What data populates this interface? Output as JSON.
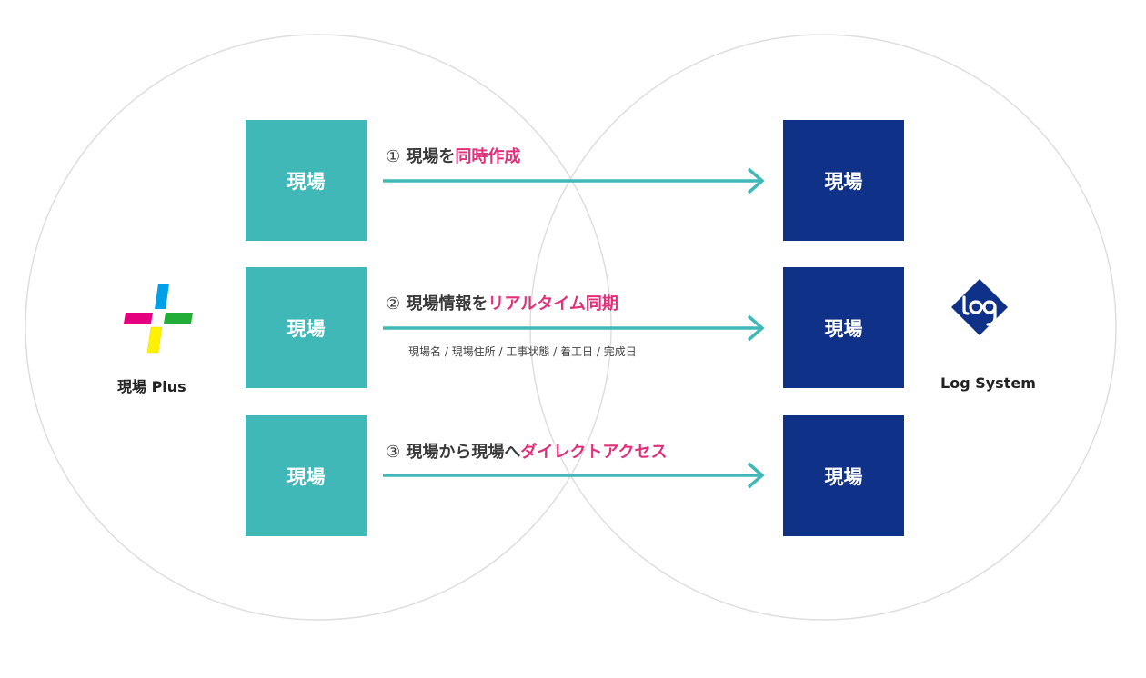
{
  "left_brand": {
    "name": "現場 Plus"
  },
  "right_brand": {
    "name": "Log System"
  },
  "box_label": "現場",
  "rows": [
    {
      "num": "①",
      "prefix": "現場を",
      "highlight": "同時作成",
      "sub": ""
    },
    {
      "num": "②",
      "prefix": "現場情報を",
      "highlight": "リアルタイム同期",
      "sub": "現場名 / 現場住所 / 工事状態 / 着工日 / 完成日"
    },
    {
      "num": "③",
      "prefix": "現場から現場へ",
      "highlight": "ダイレクトアクセス",
      "sub": ""
    }
  ],
  "colors": {
    "teal": "#40b8b8",
    "navy": "#0f3187",
    "highlight": "#e0307a",
    "plus_magenta": "#e4007f",
    "plus_blue": "#00a0e9",
    "plus_green": "#22ac38",
    "plus_yellow": "#fff100"
  },
  "icons": [
    "plus-logo-icon",
    "log-system-logo-icon",
    "arrow-right-icon"
  ]
}
